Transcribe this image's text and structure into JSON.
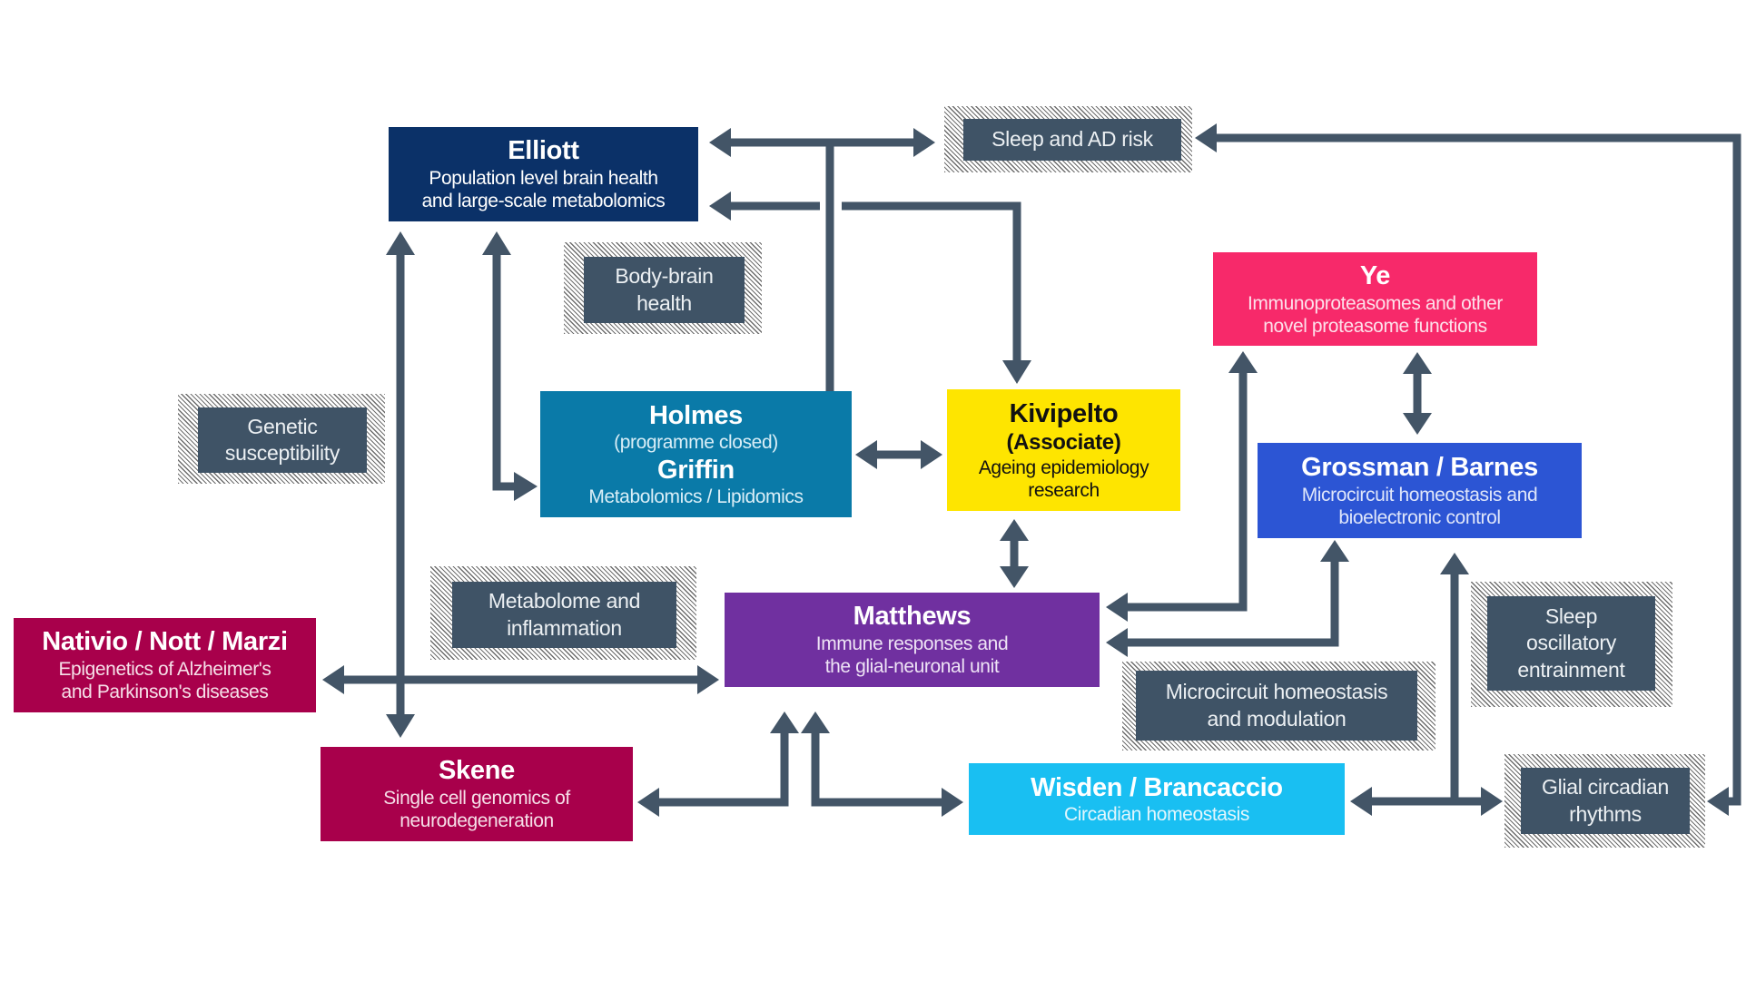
{
  "colors": {
    "arrow": "#435567",
    "elliott": "#0b3168",
    "holmes": "#0a7aa8",
    "kivipelto": "#fee500",
    "ye": "#f7296a",
    "grossman": "#2c55d4",
    "matthews": "#7030a0",
    "nativio": "#a8004b",
    "skene": "#a8004b",
    "wisden": "#19bff2",
    "theme_box": "#3f5366"
  },
  "groups": {
    "elliott": {
      "title": "Elliott",
      "line1": "Population level brain health",
      "line2": "and large-scale metabolomics"
    },
    "holmes": {
      "title": "Holmes",
      "line1": "(programme closed)",
      "title2": "Griffin",
      "line2": "Metabolomics / Lipidomics"
    },
    "kivipelto": {
      "title": "Kivipelto",
      "title2": "(Associate)",
      "line1": "Ageing  epidemiology",
      "line2": "research"
    },
    "ye": {
      "title": "Ye",
      "line1": "Immunoproteasomes and other",
      "line2": "novel proteasome functions"
    },
    "grossman": {
      "title": "Grossman / Barnes",
      "line1": "Microcircuit homeostasis and",
      "line2": "bioelectronic control"
    },
    "matthews": {
      "title": "Matthews",
      "line1": "Immune responses and",
      "line2": "the glial-neuronal  unit"
    },
    "nativio": {
      "title": "Nativio / Nott / Marzi",
      "line1": "Epigenetics of Alzheimer's",
      "line2": "and Parkinson's diseases"
    },
    "skene": {
      "title": "Skene",
      "line1": "Single cell genomics of",
      "line2": "neurodegeneration"
    },
    "wisden": {
      "title": "Wisden / Brancaccio",
      "line1": "Circadian homeostasis"
    }
  },
  "themes": {
    "sleep_ad": {
      "line1": "Sleep and AD risk"
    },
    "body_brain": {
      "line1": "Body-brain",
      "line2": "health"
    },
    "genetic": {
      "line1": "Genetic",
      "line2": "susceptibility"
    },
    "metabolome": {
      "line1": "Metabolome and",
      "line2": "inflammation"
    },
    "microcircuit": {
      "line1": "Microcircuit homeostasis",
      "line2": "and modulation"
    },
    "sleep_osc": {
      "line1": "Sleep",
      "line2": "oscillatory",
      "line3": "entrainment"
    },
    "glial": {
      "line1": "Glial circadian",
      "line2": "rhythms"
    }
  }
}
